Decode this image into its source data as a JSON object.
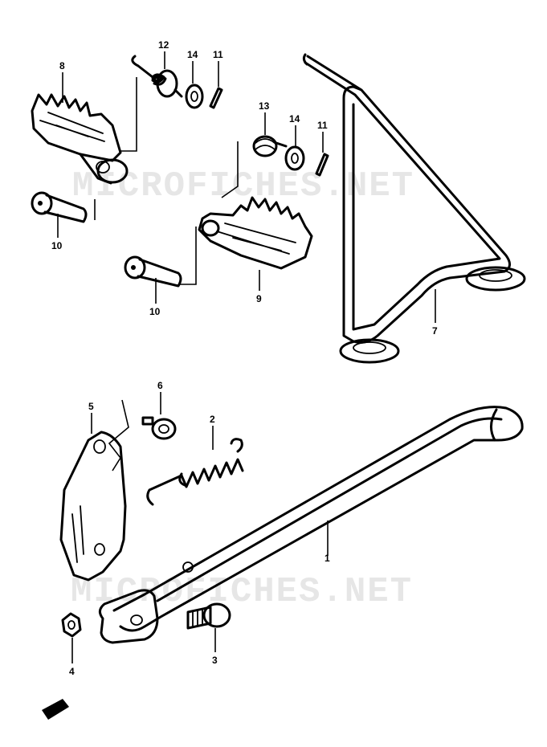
{
  "watermark": "MICROFICHES.NET",
  "callouts": {
    "p1": "1",
    "p2": "2",
    "p3": "3",
    "p4": "4",
    "p5": "5",
    "p6": "6",
    "p7": "7",
    "p8": "8",
    "p9": "9",
    "p10a": "10",
    "p10b": "10",
    "p11a": "11",
    "p11b": "11",
    "p12": "12",
    "p13": "13",
    "p14a": "14",
    "p14b": "14"
  },
  "icons": [
    "footpeg-icon",
    "spring-icon",
    "washer-icon",
    "pin-icon",
    "kickstand-icon",
    "stand-icon",
    "bolt-icon",
    "bracket-icon"
  ]
}
